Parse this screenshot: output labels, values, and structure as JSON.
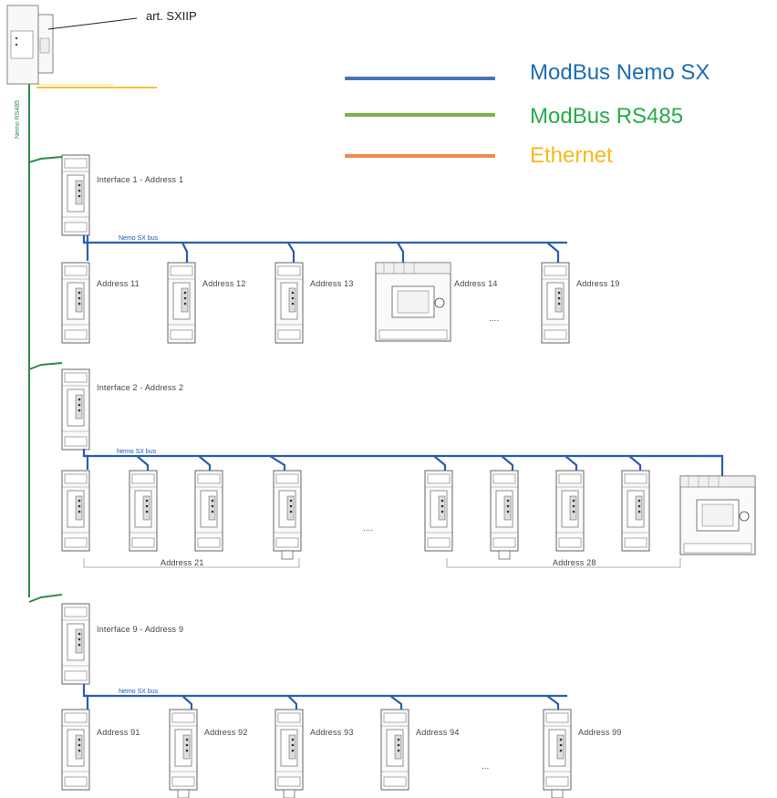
{
  "header": {
    "product_label": "art. SXIIP"
  },
  "legend": [
    {
      "label": "ModBus Nemo SX",
      "line_color": "#4a73b4",
      "text_color": "#1b6db5"
    },
    {
      "label": "ModBus RS485",
      "line_color": "#7eb04b",
      "text_color": "#27ab4a"
    },
    {
      "label": "Ethernet",
      "line_color": "#ee8b4c",
      "text_color": "#f7b81c"
    }
  ],
  "vertical_bus_label": "Nemo RS485",
  "groups": [
    {
      "interface_label": "Interface 1 - Address 1",
      "bus_label": "Nemo SX bus",
      "device_labels": [
        "Address 11",
        "Address 12",
        "Address 13",
        "Address 14",
        "Address 19"
      ],
      "ellipsis": "...."
    },
    {
      "interface_label": "Interface 2 - Address 2",
      "bus_label": "Nemo SX bus",
      "range_labels": [
        "Address 21",
        "Address 28"
      ],
      "ellipsis": "...."
    },
    {
      "interface_label": "Interface 9 - Address 9",
      "bus_label": "Nemo SX bus",
      "device_labels": [
        "Address 91",
        "Address 92",
        "Address 93",
        "Address 94",
        "Address 99"
      ],
      "ellipsis": "..."
    }
  ],
  "colors": {
    "nemo_sx_wire": "#2a5db0",
    "rs485_wire": "#2e8b4a",
    "ethernet_wire": "#f2c233",
    "device_outline": "#555555"
  }
}
